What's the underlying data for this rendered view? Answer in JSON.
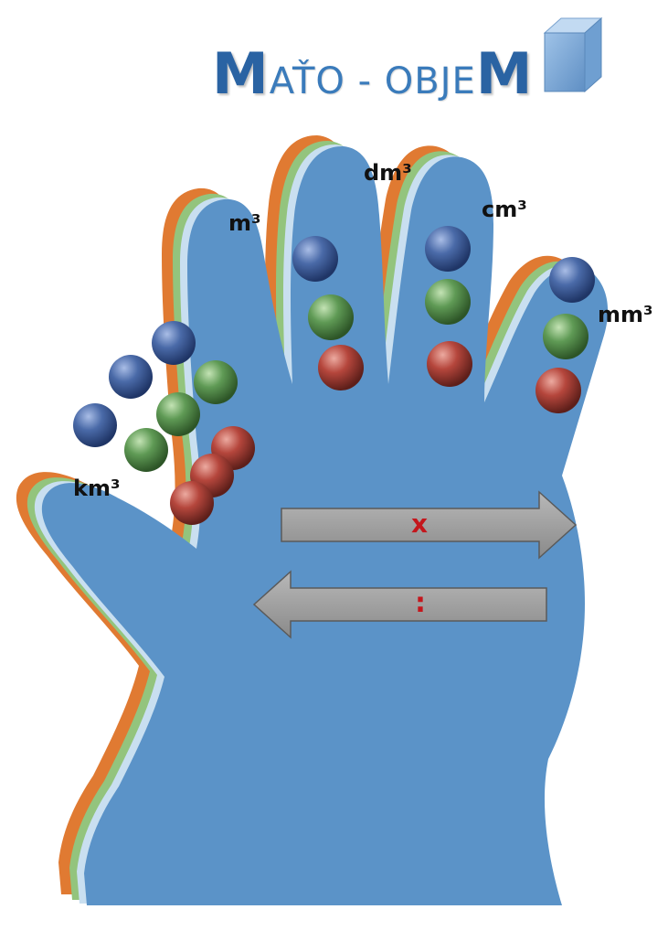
{
  "title": {
    "first_letter": "M",
    "middle": "AŤO - OBJE",
    "last_letter": "M"
  },
  "units": {
    "km3": "km³",
    "m3": "m³",
    "dm3": "dm³",
    "cm3": "cm³",
    "mm3": "mm³"
  },
  "operations": {
    "multiply": "x",
    "divide": ":"
  },
  "colors": {
    "glove": "#5b93c8",
    "outline_orange": "#e07a32",
    "outline_green": "#93c47d",
    "ball_blue": "#4a6aa8",
    "ball_green": "#5f9a55",
    "ball_red": "#b5463c",
    "arrow": "#9a9a9a",
    "operator": "#c4161c",
    "title": "#2a63a3"
  }
}
